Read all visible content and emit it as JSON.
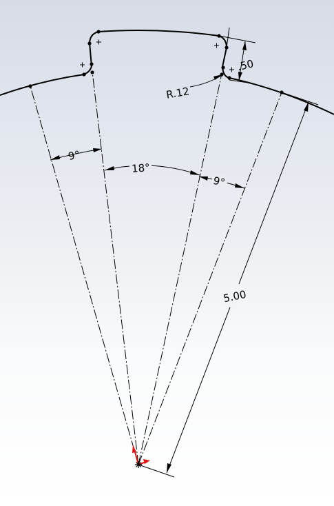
{
  "dimensions": {
    "angle_left_9": "9°",
    "angle_18": "18°",
    "angle_right_9": "9°",
    "radius_5": "5.00",
    "tooth_height": ".50",
    "fillet_radius": "R.12"
  },
  "colors": {
    "geometry": "#000000",
    "origin_marker": "#e01010",
    "background_top": "#d6dbe6",
    "background_bottom": "#ffffff"
  }
}
